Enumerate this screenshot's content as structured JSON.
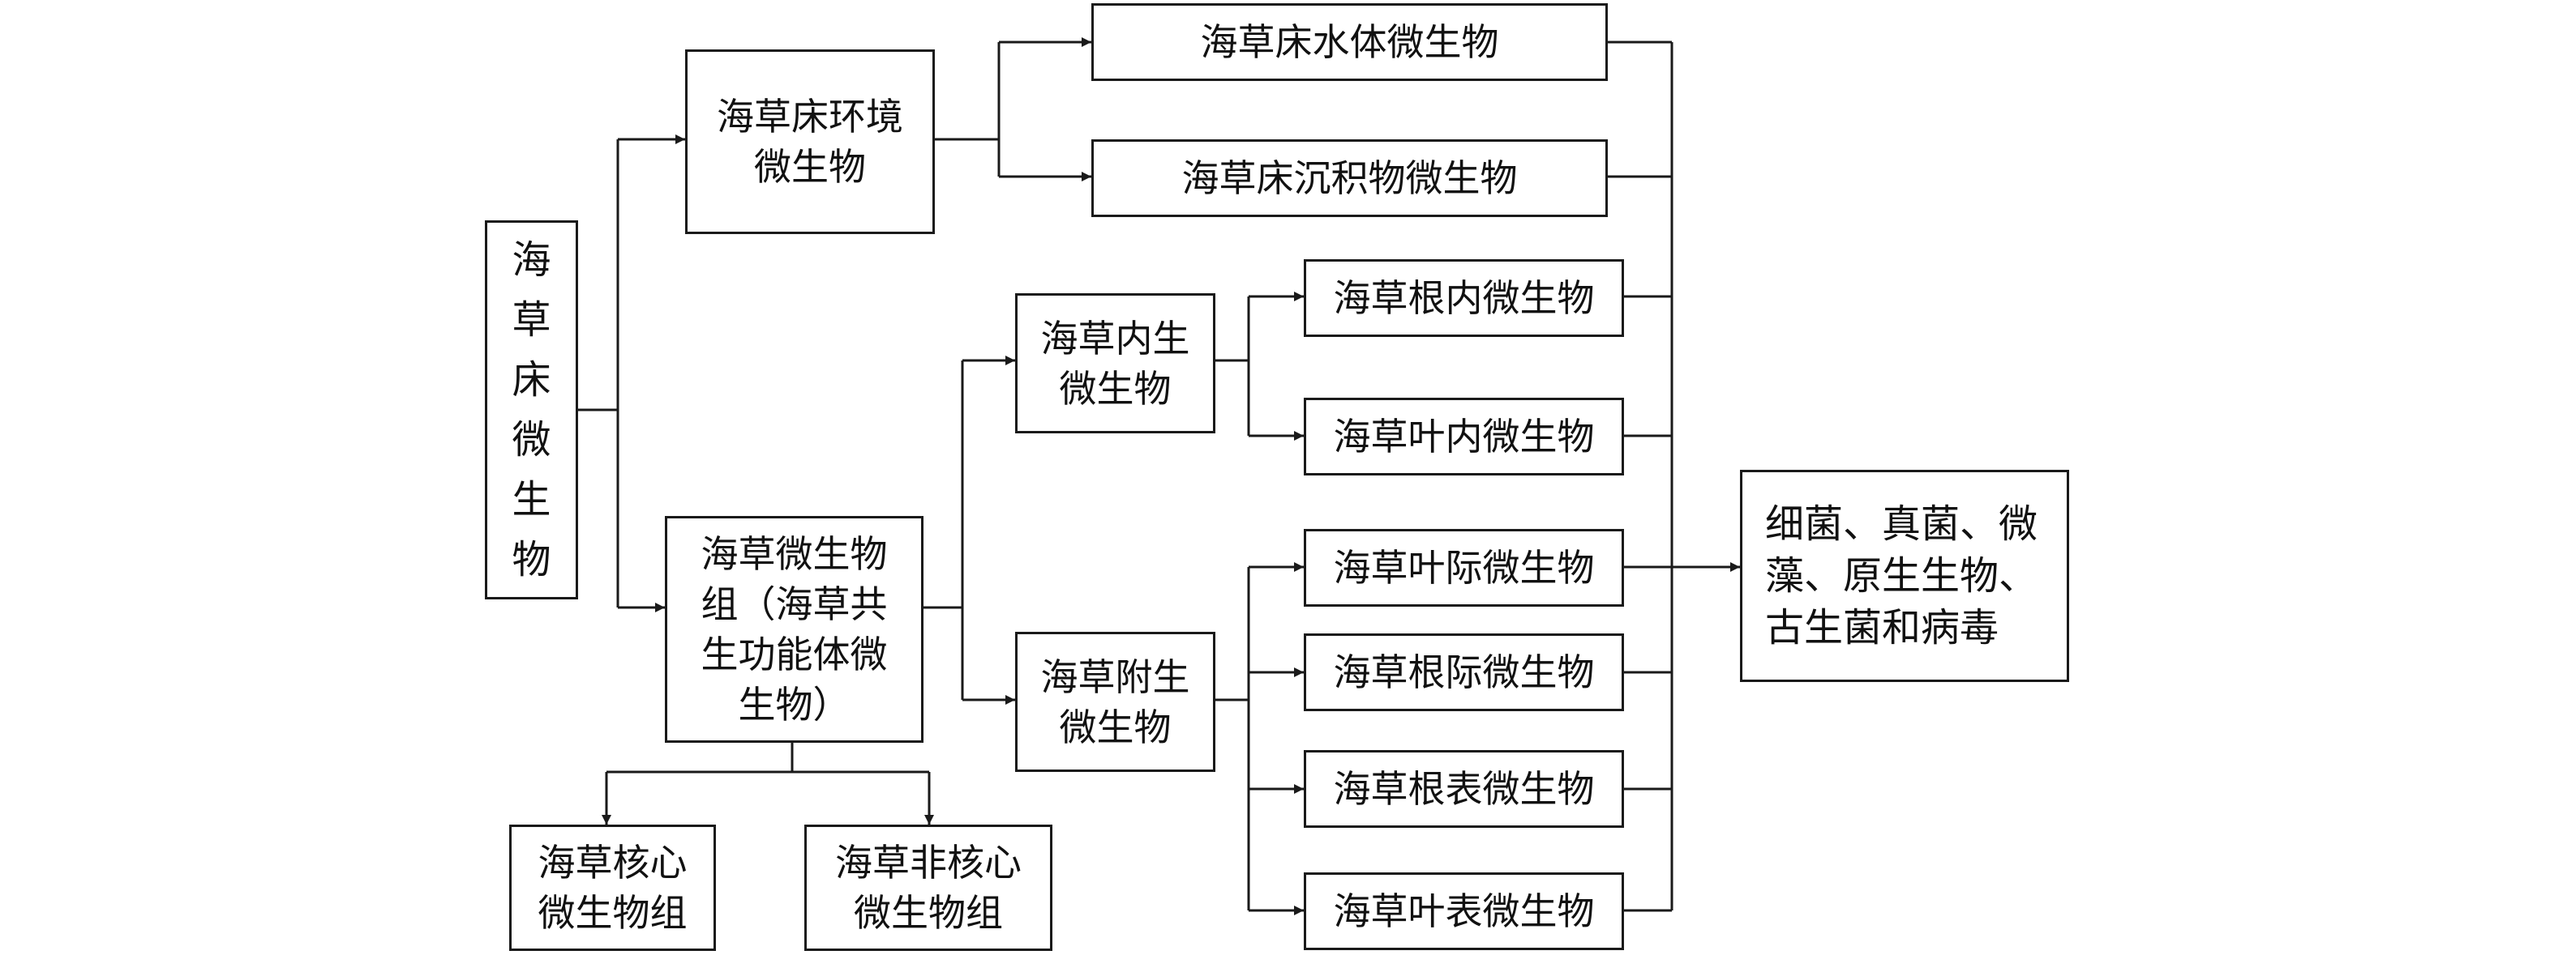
{
  "nodes": {
    "root": "海\n草\n床\n微\n生\n物",
    "env": "海草床环境\n微生物",
    "water": "海草床水体微生物",
    "sediment": "海草床沉积物微生物",
    "microbiome": "海草微生物\n组（海草共\n生功能体微\n生物）",
    "endo": "海草内生\n微生物",
    "epi": "海草附生\n微生物",
    "root_endo": "海草根内微生物",
    "leaf_endo": "海草叶内微生物",
    "leaf_inter": "海草叶际微生物",
    "root_inter": "海草根际微生物",
    "root_surface": "海草根表微生物",
    "leaf_surface": "海草叶表微生物",
    "core": "海草核心\n微生物组",
    "noncore": "海草非核心\n微生物组",
    "result": "细菌、真菌、微\n藻、原生生物、\n古生菌和病毒"
  },
  "colors": {
    "line": "#1a1a1a",
    "text": "#111111",
    "background": "#ffffff"
  }
}
